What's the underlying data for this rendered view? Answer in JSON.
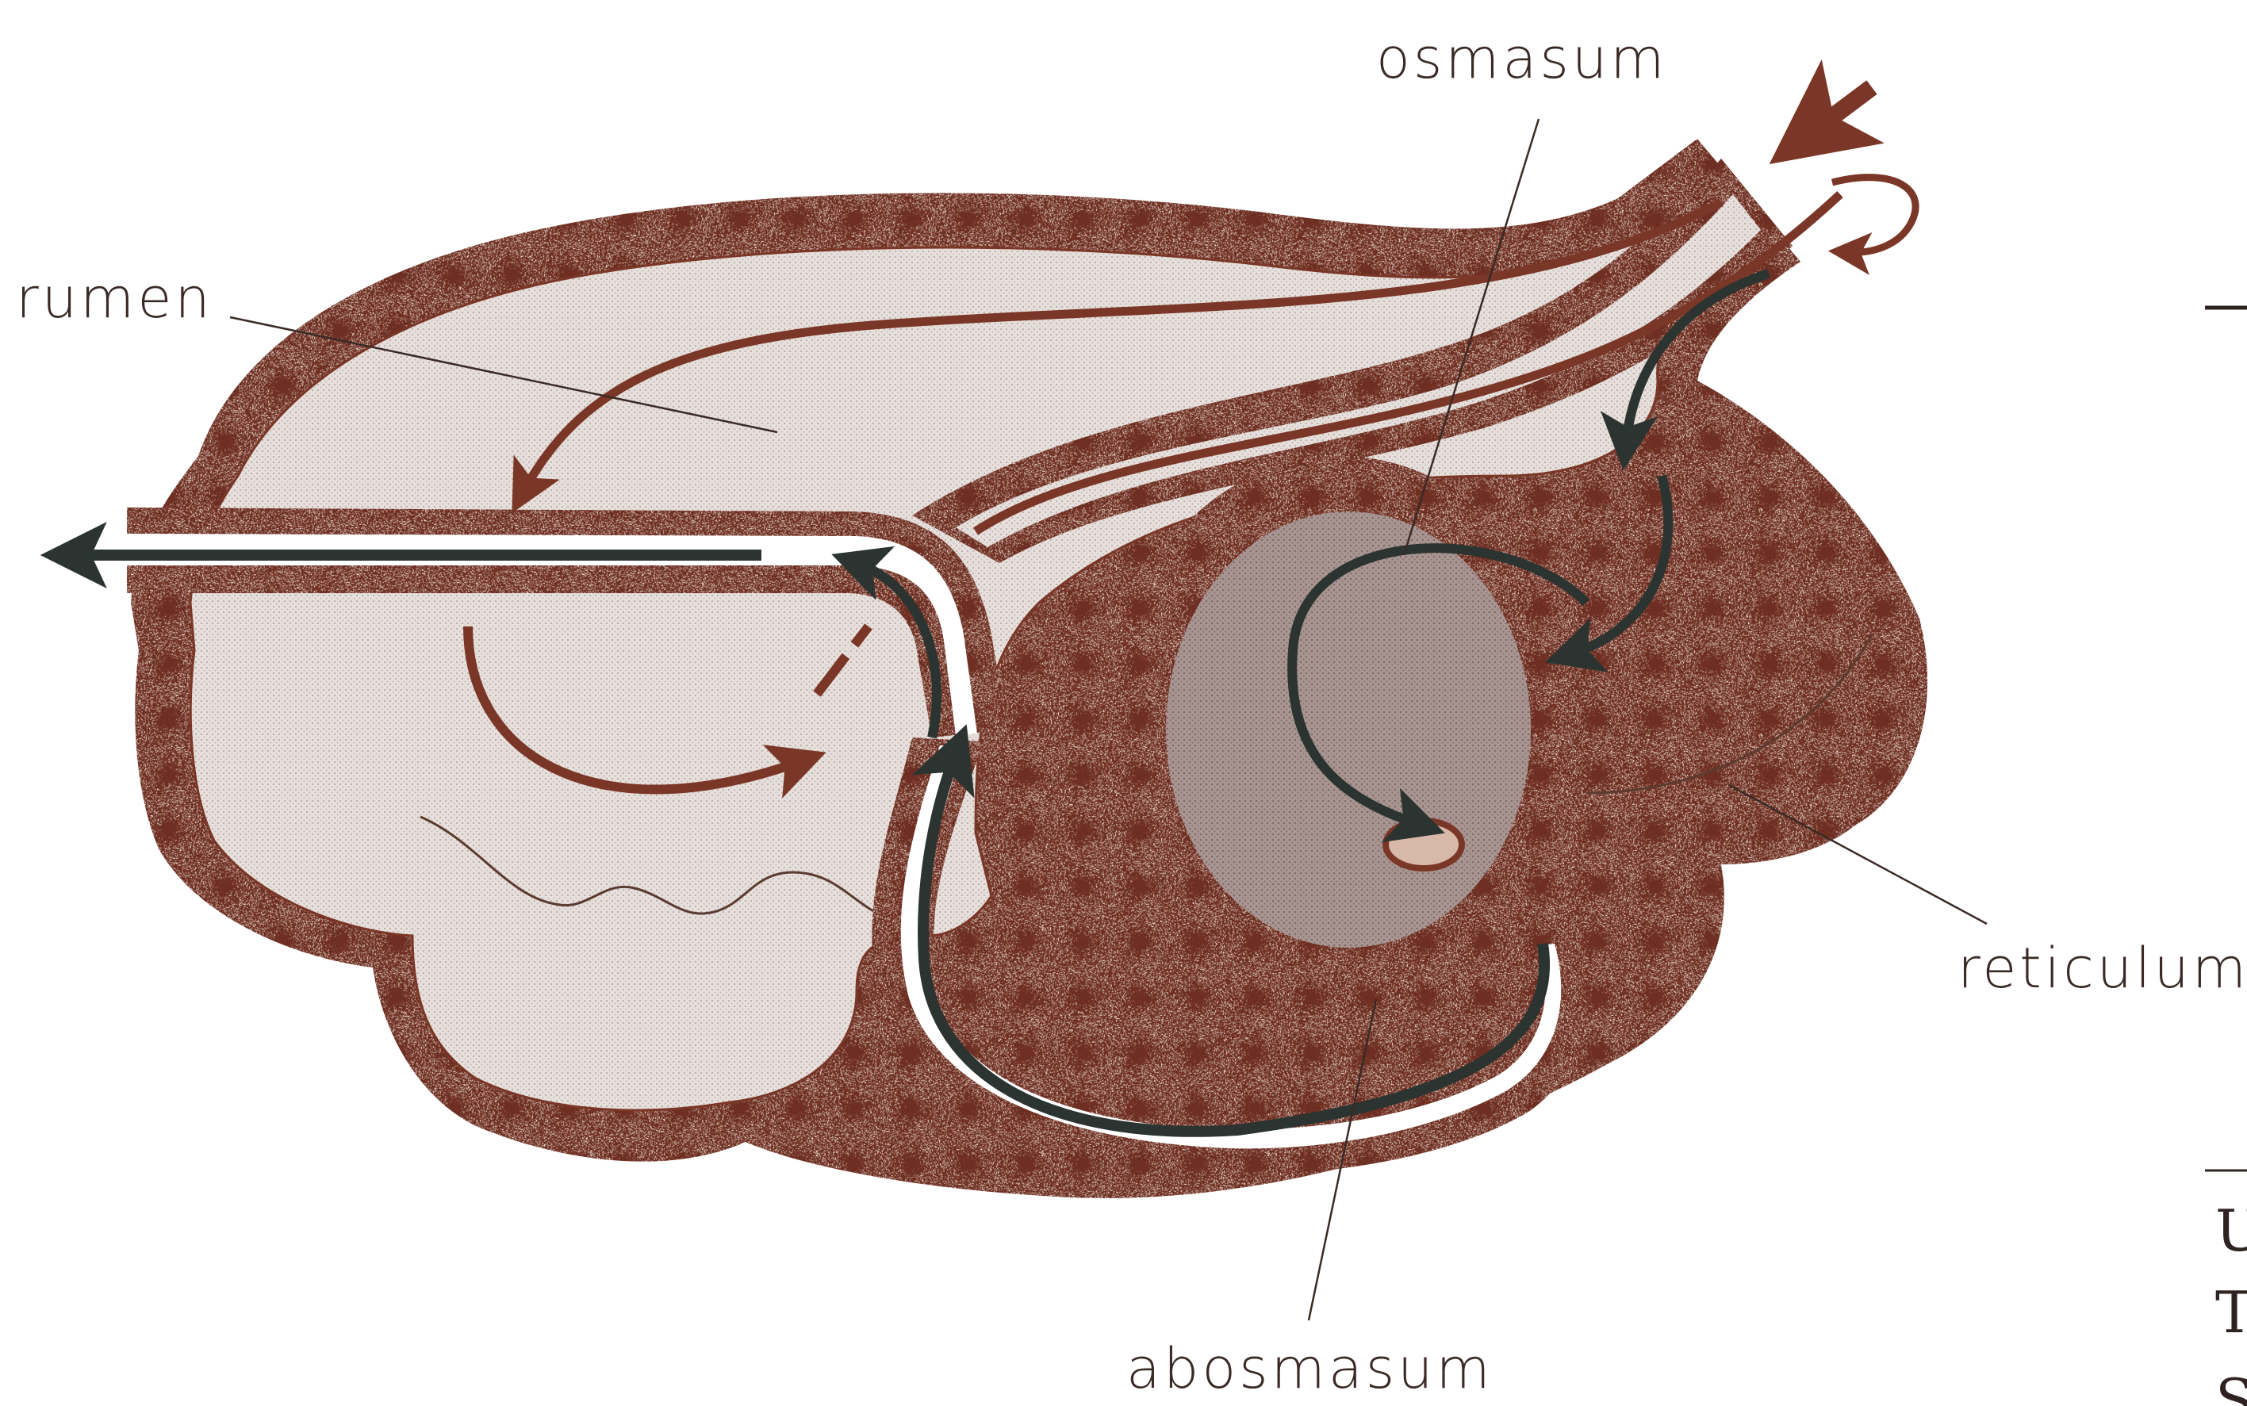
{
  "diagram": {
    "labels": {
      "osmasum": "osmasum",
      "rumen": "rumen",
      "reticulum": "reticulum",
      "abosmasum": "abosmasum"
    },
    "margin_text": [
      "U",
      "T",
      "S"
    ]
  },
  "colors": {
    "wall": "#6e2f22",
    "wall_speckle": "#f3e3d0",
    "lumen": "#e3dcd8",
    "omasum_fill": "#a89490",
    "brown_arrow": "#7a3626",
    "dark_arrow": "#2b3431",
    "label": "#3a2a26"
  }
}
